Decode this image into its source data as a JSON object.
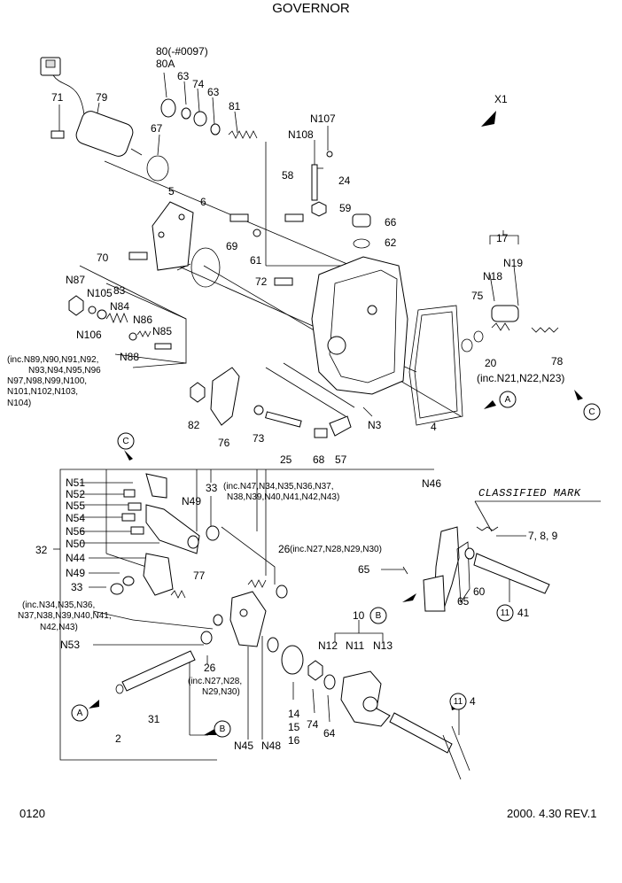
{
  "title": "GOVERNOR",
  "page_number": "0120",
  "revision": "2000. 4.30 REV.1",
  "classified_mark": "CLASSIFIED MARK",
  "view_label": "X1",
  "labels": {
    "p80": "80(-#0097)",
    "p80a": "80A",
    "p63a": "63",
    "p74a": "74",
    "p63b": "63",
    "p71": "71",
    "p79": "79",
    "p81": "81",
    "p67": "67",
    "p107": "N107",
    "p108": "N108",
    "p24": "24",
    "p58": "58",
    "p59": "59",
    "p66": "66",
    "p62": "62",
    "p5": "5",
    "p6": "6",
    "p69": "69",
    "p61": "61",
    "p70": "70",
    "p72": "72",
    "p17": "17",
    "p18": "N18",
    "p19": "N19",
    "p75": "75",
    "p20": "20",
    "p78": "78",
    "p87": "N87",
    "p105": "N105",
    "p83": "83",
    "p84": "N84",
    "p86": "N86",
    "p85": "N85",
    "p106": "N106",
    "p88": "N88",
    "inc89": "(inc.N89,N90,N91,N92,",
    "inc89b": "N93,N94,N95,N96",
    "inc89c": "N97,N98,N99,N100,",
    "inc89d": "N101,N102,N103,",
    "inc89e": "N104)",
    "inc21": "(inc.N21,N22,N23)",
    "p82": "82",
    "p76": "76",
    "p73": "73",
    "p25": "25",
    "p68": "68",
    "p57": "57",
    "n3": "N3",
    "p4": "4",
    "n51": "N51",
    "n52": "N52",
    "n55": "N55",
    "n54": "N54",
    "n56": "N56",
    "n50": "N50",
    "p32": "32",
    "n44": "N44",
    "n49a": "N49",
    "p33a": "33",
    "n49b": "N49",
    "p33b": "33",
    "inc47": "(inc.N47,N34,N35,N36,N37,",
    "inc47b": "N38,N39,N40,N41,N42,N43)",
    "n46": "N46",
    "p789": "7, 8, 9",
    "p26a": "26",
    "inc27a": "(inc.N27,N28,N29,N30)",
    "p65a": "65",
    "p65b": "65",
    "p60": "60",
    "p41": "41",
    "p11a": "11",
    "p77": "77",
    "inc34": "(inc.N34,N35,N36,",
    "inc34b": "N37,N38,N39,N40,N41,",
    "inc34c": "N42,N43)",
    "n53": "N53",
    "p10": "10",
    "n12": "N12",
    "n11": "N11",
    "n13": "N13",
    "p26b": "26",
    "inc27b": "(inc.N27,N28,",
    "inc27c": "N29,N30)",
    "p2": "2",
    "p31": "31",
    "p14": "14",
    "p15": "15",
    "p16": "16",
    "p74b": "74",
    "p64": "64",
    "n45": "N45",
    "n48": "N48",
    "p4b": "4",
    "p11b": "11"
  },
  "refs": {
    "A": "A",
    "B": "B",
    "C": "C"
  },
  "colors": {
    "ink": "#000000",
    "paper": "#ffffff"
  }
}
